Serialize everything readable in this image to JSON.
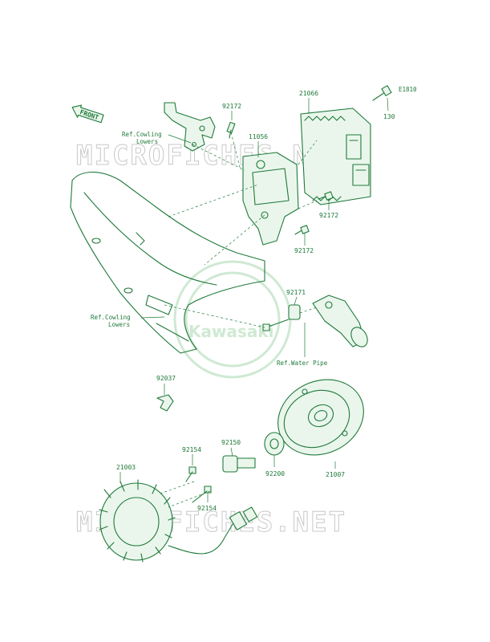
{
  "watermark": {
    "text": "MICROFICHES.NET",
    "logo_text": "Kawasaki"
  },
  "front_label": "FRONT",
  "labels": {
    "p92172_top": "92172",
    "p21066": "21066",
    "pE1810": "E1810",
    "p130": "130",
    "ref_cowling_1": "Ref.Cowling",
    "lowers_1": "Lowers",
    "p11056": "11056",
    "p92172_mid": "92172",
    "p92172_low": "92172",
    "p92171": "92171",
    "ref_cowling_2": "Ref.Cowling",
    "lowers_2": "Lowers",
    "ref_water_pipe": "Ref.Water Pipe",
    "p92037": "92037",
    "p92154_top": "92154",
    "p92150": "92150",
    "p21003": "21003",
    "p92200": "92200",
    "p21007": "21007",
    "p92154_low": "92154"
  },
  "colors": {
    "line": "#1f7a3a",
    "watermark": "#c9c9c9",
    "logo": "#cfe9d3"
  }
}
